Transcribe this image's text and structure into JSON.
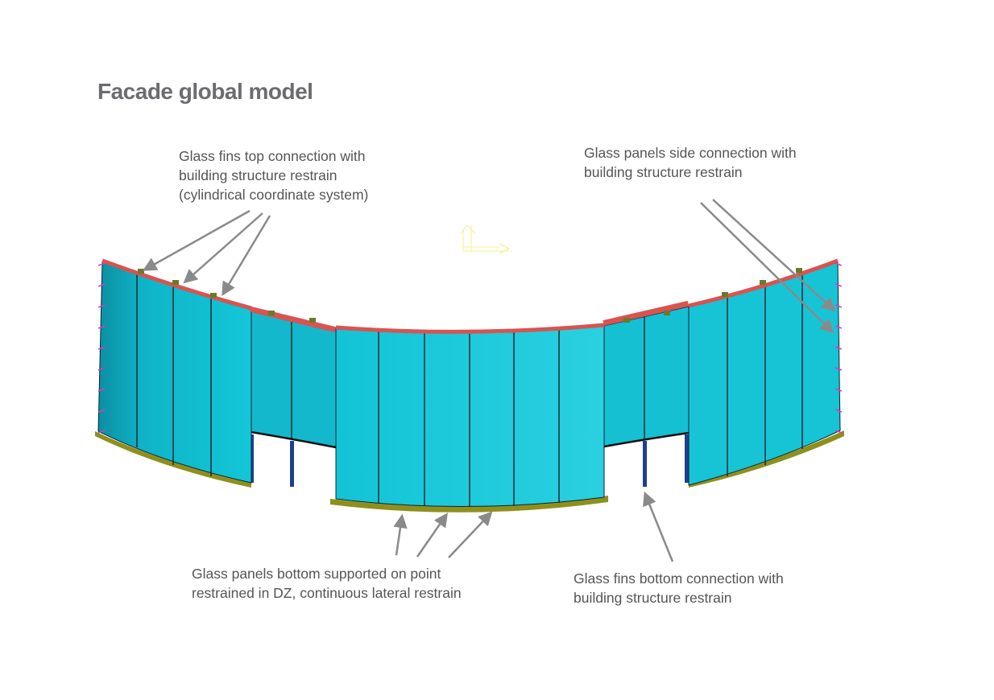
{
  "title": "Facade global model",
  "annotations": {
    "fins_top": "Glass fins top connection with\nbuilding structure restrain\n(cylindrical coordinate system)",
    "panels_side": "Glass panels side connection with\nbuilding structure restrain",
    "panels_bottom": "Glass panels bottom supported on point\nrestrained in DZ, continuous lateral restrain",
    "fins_bottom": "Glass fins bottom connection with\nbuilding structure restrain"
  },
  "colors": {
    "glass": "#12c4d6",
    "glass_dark": "#0e9bb0",
    "top_beam": "#d9534f",
    "base_support": "#8f8f1e",
    "restraint": "#d040c0",
    "arrow": "#8a8a8a"
  }
}
